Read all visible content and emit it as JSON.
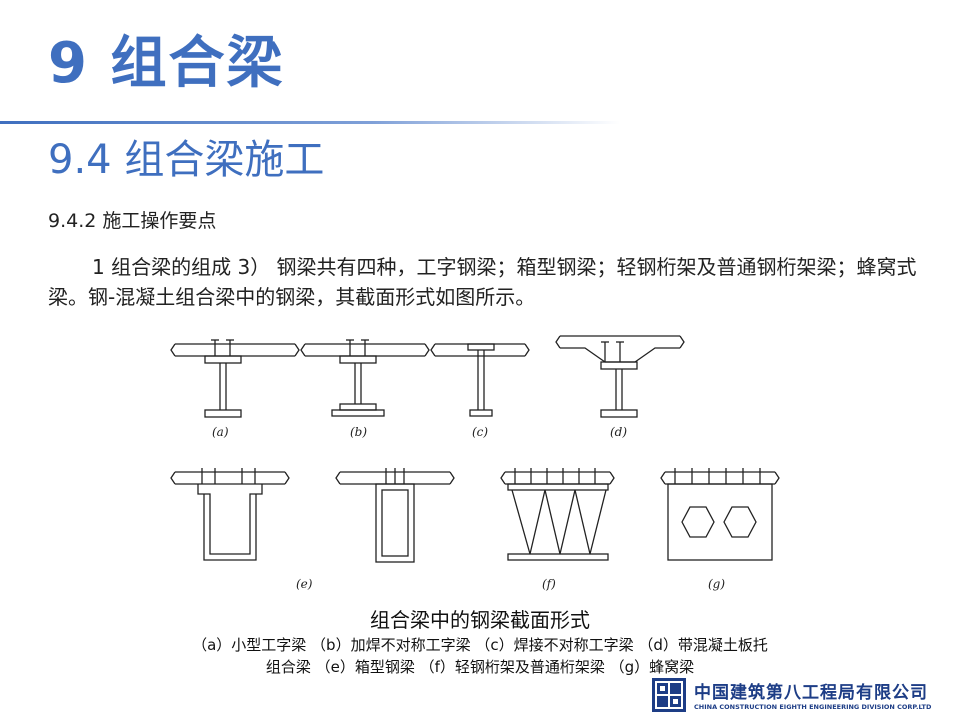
{
  "header": {
    "title": "9  组合梁",
    "section": "9.4  组合梁施工",
    "subsection": "9.4.2  施工操作要点"
  },
  "body": {
    "paragraph": "1 组合梁的组成 3） 钢梁共有四种，工字钢梁；箱型钢梁；轻钢桁架及普通钢桁架梁；蜂窝式梁。钢-混凝土组合梁中的钢梁，其截面形式如图所示。"
  },
  "figure": {
    "labels": [
      "(a)",
      "(b)",
      "(c)",
      "(d)",
      "(e)",
      "(f)",
      "(g)"
    ],
    "caption_title": "组合梁中的钢梁截面形式",
    "caption_line1": "（a）小型工字梁 （b）加焊不对称工字梁 （c）焊接不对称工字梁 （d）带混凝土板托",
    "caption_line2": "组合梁 （e）箱型钢梁 （f）轻钢桁架及普通桁架梁 （g）蜂窝梁"
  },
  "logo": {
    "name_cn": "中国建筑第八工程局有限公司",
    "name_en": "CHINA CONSTRUCTION EIGHTH ENGINEERING DIVISION CORP.LTD",
    "icon": "cscec-logo-icon",
    "color": "#1d3d86"
  },
  "colors": {
    "accent": "#3f6fbf"
  }
}
